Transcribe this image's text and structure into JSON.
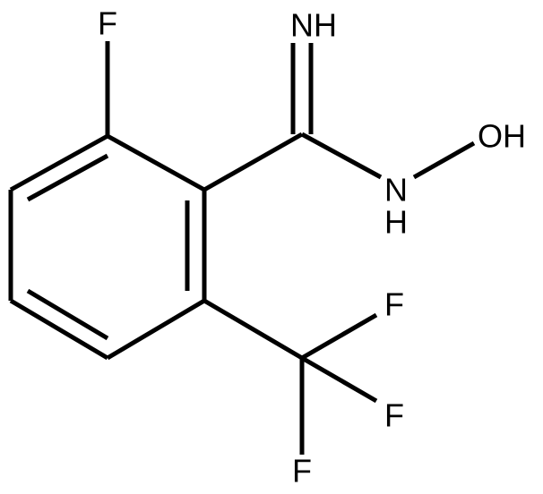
{
  "labels": {
    "f_ortho": "F",
    "imine_nh": "NH",
    "oh": "OH",
    "amine_n": "N",
    "amine_h": "H",
    "cf3_f_right": "F",
    "cf3_f_lower_right": "F",
    "cf3_f_bottom": "F"
  }
}
